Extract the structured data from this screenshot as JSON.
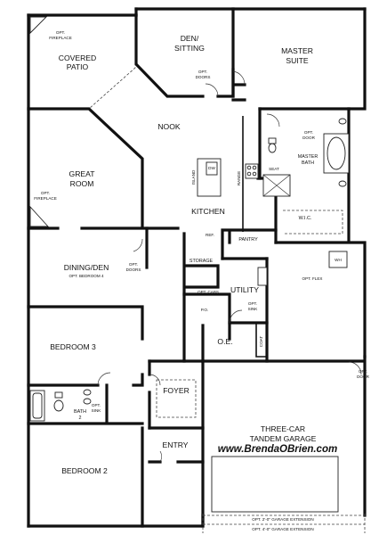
{
  "rooms": {
    "covered_patio": [
      "COVERED",
      "PATIO"
    ],
    "opt_fireplace_top": [
      "OPT.",
      "FIREPLACE"
    ],
    "den_sitting": [
      "DEN/",
      "SITTING"
    ],
    "opt_doors_den": [
      "OPT.",
      "DOORS"
    ],
    "master_suite": [
      "MASTER",
      "SUITE"
    ],
    "nook": "NOOK",
    "opt_door_master": [
      "OPT.",
      "DOOR"
    ],
    "master_bath": [
      "MASTER",
      "BATH"
    ],
    "seat": "SEAT",
    "wic": "W.I.C.",
    "great_room": [
      "GREAT",
      "ROOM"
    ],
    "opt_fireplace_great": [
      "OPT.",
      "FIREPLACE"
    ],
    "island": "ISLAND",
    "dw": "DW",
    "range": "RANGE",
    "kitchen": "KITCHEN",
    "ref": "REF.",
    "pantry": "PANTRY",
    "wh": "WH",
    "dining_den": "DINING/DEN",
    "opt_bedroom4": "OPT. BEDROOM 4",
    "opt_doors_dining": [
      "OPT.",
      "DOORS"
    ],
    "storage": "STORAGE",
    "opt_cabs": "OPT. CABS",
    "utility": "UTILITY",
    "po": "P.O.",
    "opt_sink_utility": [
      "OPT.",
      "SINK"
    ],
    "opt_flex": "OPT. FLEX",
    "bedroom3": "BEDROOM 3",
    "oe": "O.E.",
    "coat": "COAT",
    "opt_door_garage": [
      "OPT.",
      "DOOR"
    ],
    "foyer": "FOYER",
    "bath2": [
      "BATH",
      "2"
    ],
    "opt_sink_bath": [
      "OPT.",
      "SINK"
    ],
    "garage": [
      "THREE-CAR",
      "TANDEM GARAGE"
    ],
    "website": "www.BrendaOBrien.com",
    "entry": "ENTRY",
    "bedroom2": "BEDROOM 2",
    "ext1": "OPT. 2'-0\" GARAGE EXTENSION",
    "ext2": "OPT. 4'-0\" GARAGE EXTENSION"
  }
}
